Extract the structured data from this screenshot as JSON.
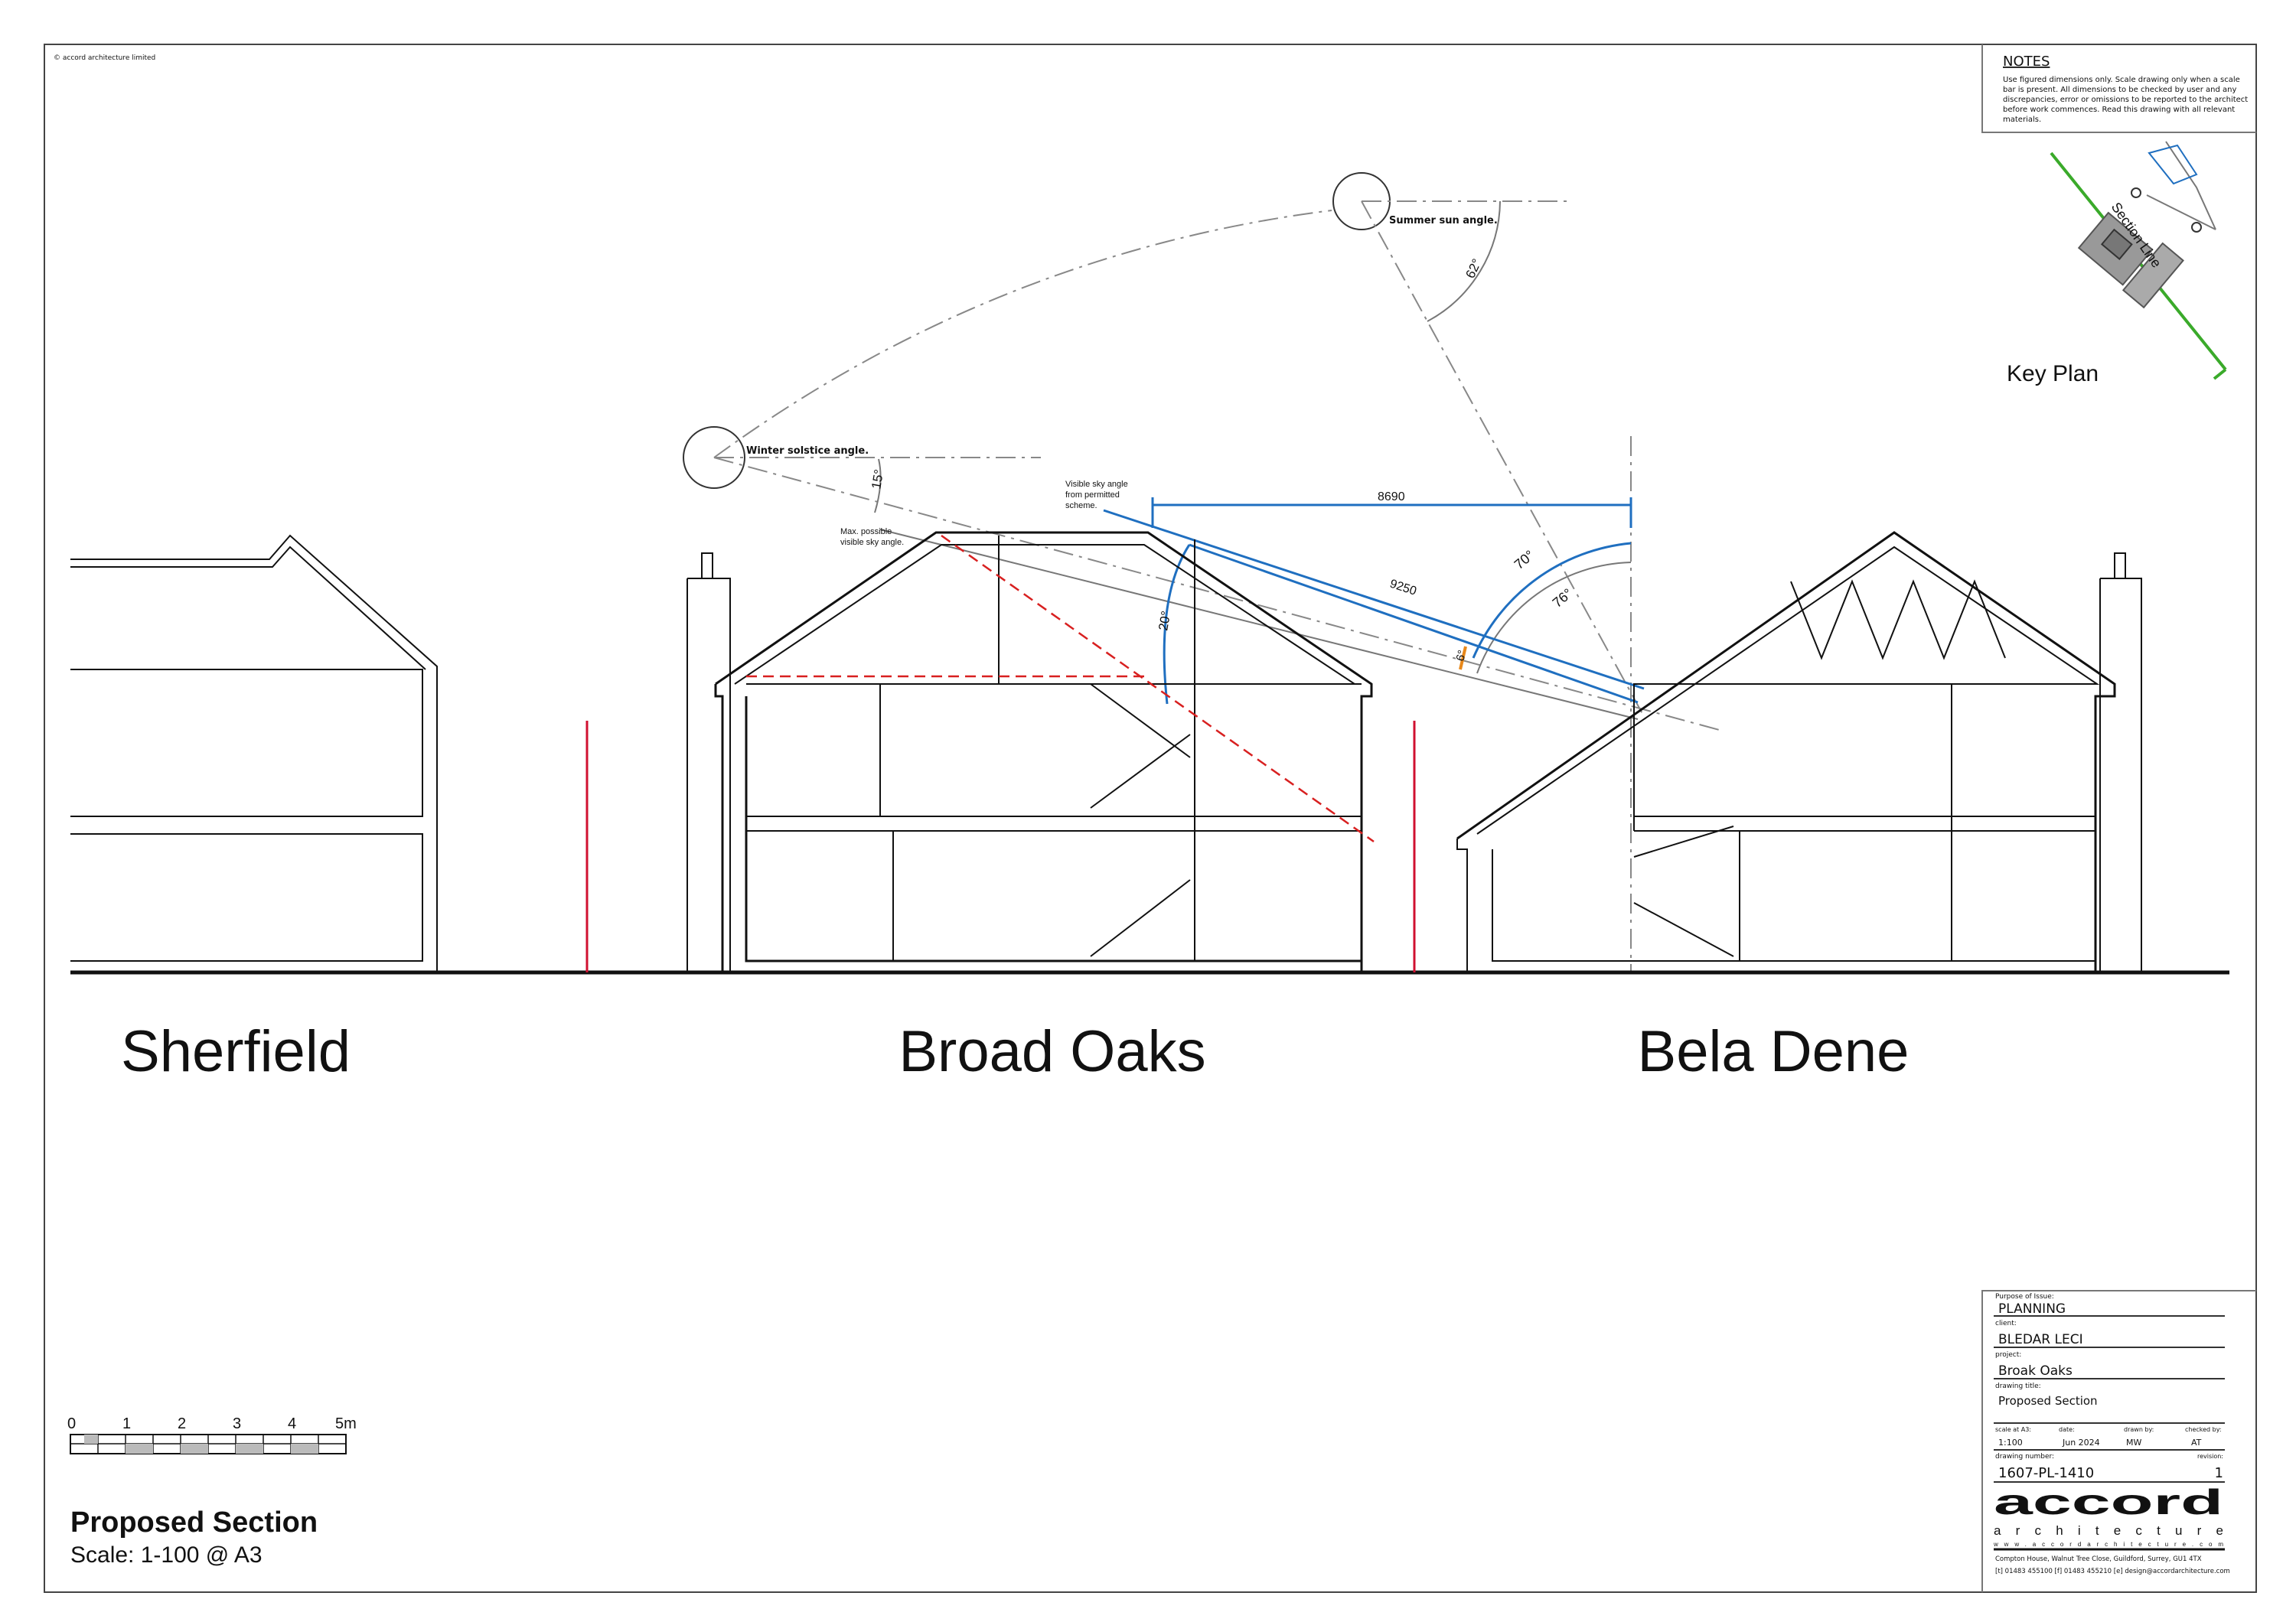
{
  "copyright": "© accord architecture limited",
  "notes": {
    "heading": "NOTES",
    "lines": [
      "Use figured dimensions only. Scale drawing only when a scale",
      "bar is present. All dimensions to be checked by user and any",
      "discrepancies, error or omissions to be reported to the architect",
      "before work commences. Read this drawing with all relevant",
      "materials."
    ]
  },
  "key_plan": {
    "title": "Key Plan",
    "section_label": "Section Line"
  },
  "buildings": {
    "left": "Sherfield",
    "middle": "Broad Oaks",
    "right": "Bela Dene"
  },
  "annotations": {
    "summer": "Summer sun angle.",
    "winter": "Winter solstice angle.",
    "angle_15": "15°",
    "angle_62": "62°",
    "angle_70": "70°",
    "angle_76": "76°",
    "angle_20": "20°",
    "angle_6": "6°",
    "dim_8690": "8690",
    "dim_9250": "9250",
    "visible_sky": [
      "Visible sky angle",
      "from permitted",
      "scheme."
    ],
    "max_sky": [
      "Max. possible",
      "visible sky angle."
    ]
  },
  "scale_bar": {
    "ticks": [
      "0",
      "1",
      "2",
      "3",
      "4",
      "5m"
    ]
  },
  "drawing_caption": {
    "title": "Proposed Section",
    "scale": "Scale: 1-100 @ A3"
  },
  "title_block": {
    "purpose_label": "Purpose of Issue:",
    "purpose": "PLANNING",
    "client_label": "client:",
    "client": "BLEDAR LECI",
    "project_label": "project:",
    "project": "Broak Oaks",
    "drawing_title_label": "drawing title:",
    "drawing_title": "Proposed Section",
    "scale_label": "scale at A3:",
    "scale": "1:100",
    "date_label": "date:",
    "date": "Jun 2024",
    "drawn_label": "drawn by:",
    "drawn": "MW",
    "checked_label": "checked by:",
    "checked": "AT",
    "number_label": "drawing number:",
    "number": "1607-PL-1410",
    "revision_label": "revision:",
    "revision": "1",
    "logo": "accord",
    "logo_sub": "architecture",
    "website": "www.accordarchitecture.com",
    "address": "Compton House, Walnut Tree Close, Guildford, Surrey, GU1 4TX",
    "contact": "[t] 01483 455100  [f] 01483 455210  [e] design@accordarchitecture.com"
  },
  "colors": {
    "logo": "#6e3a5e",
    "dimension": "#1f6fc0",
    "boundary": "#d01030",
    "section_line": "#3aaa2a",
    "angle_highlight": "#e8881a"
  }
}
